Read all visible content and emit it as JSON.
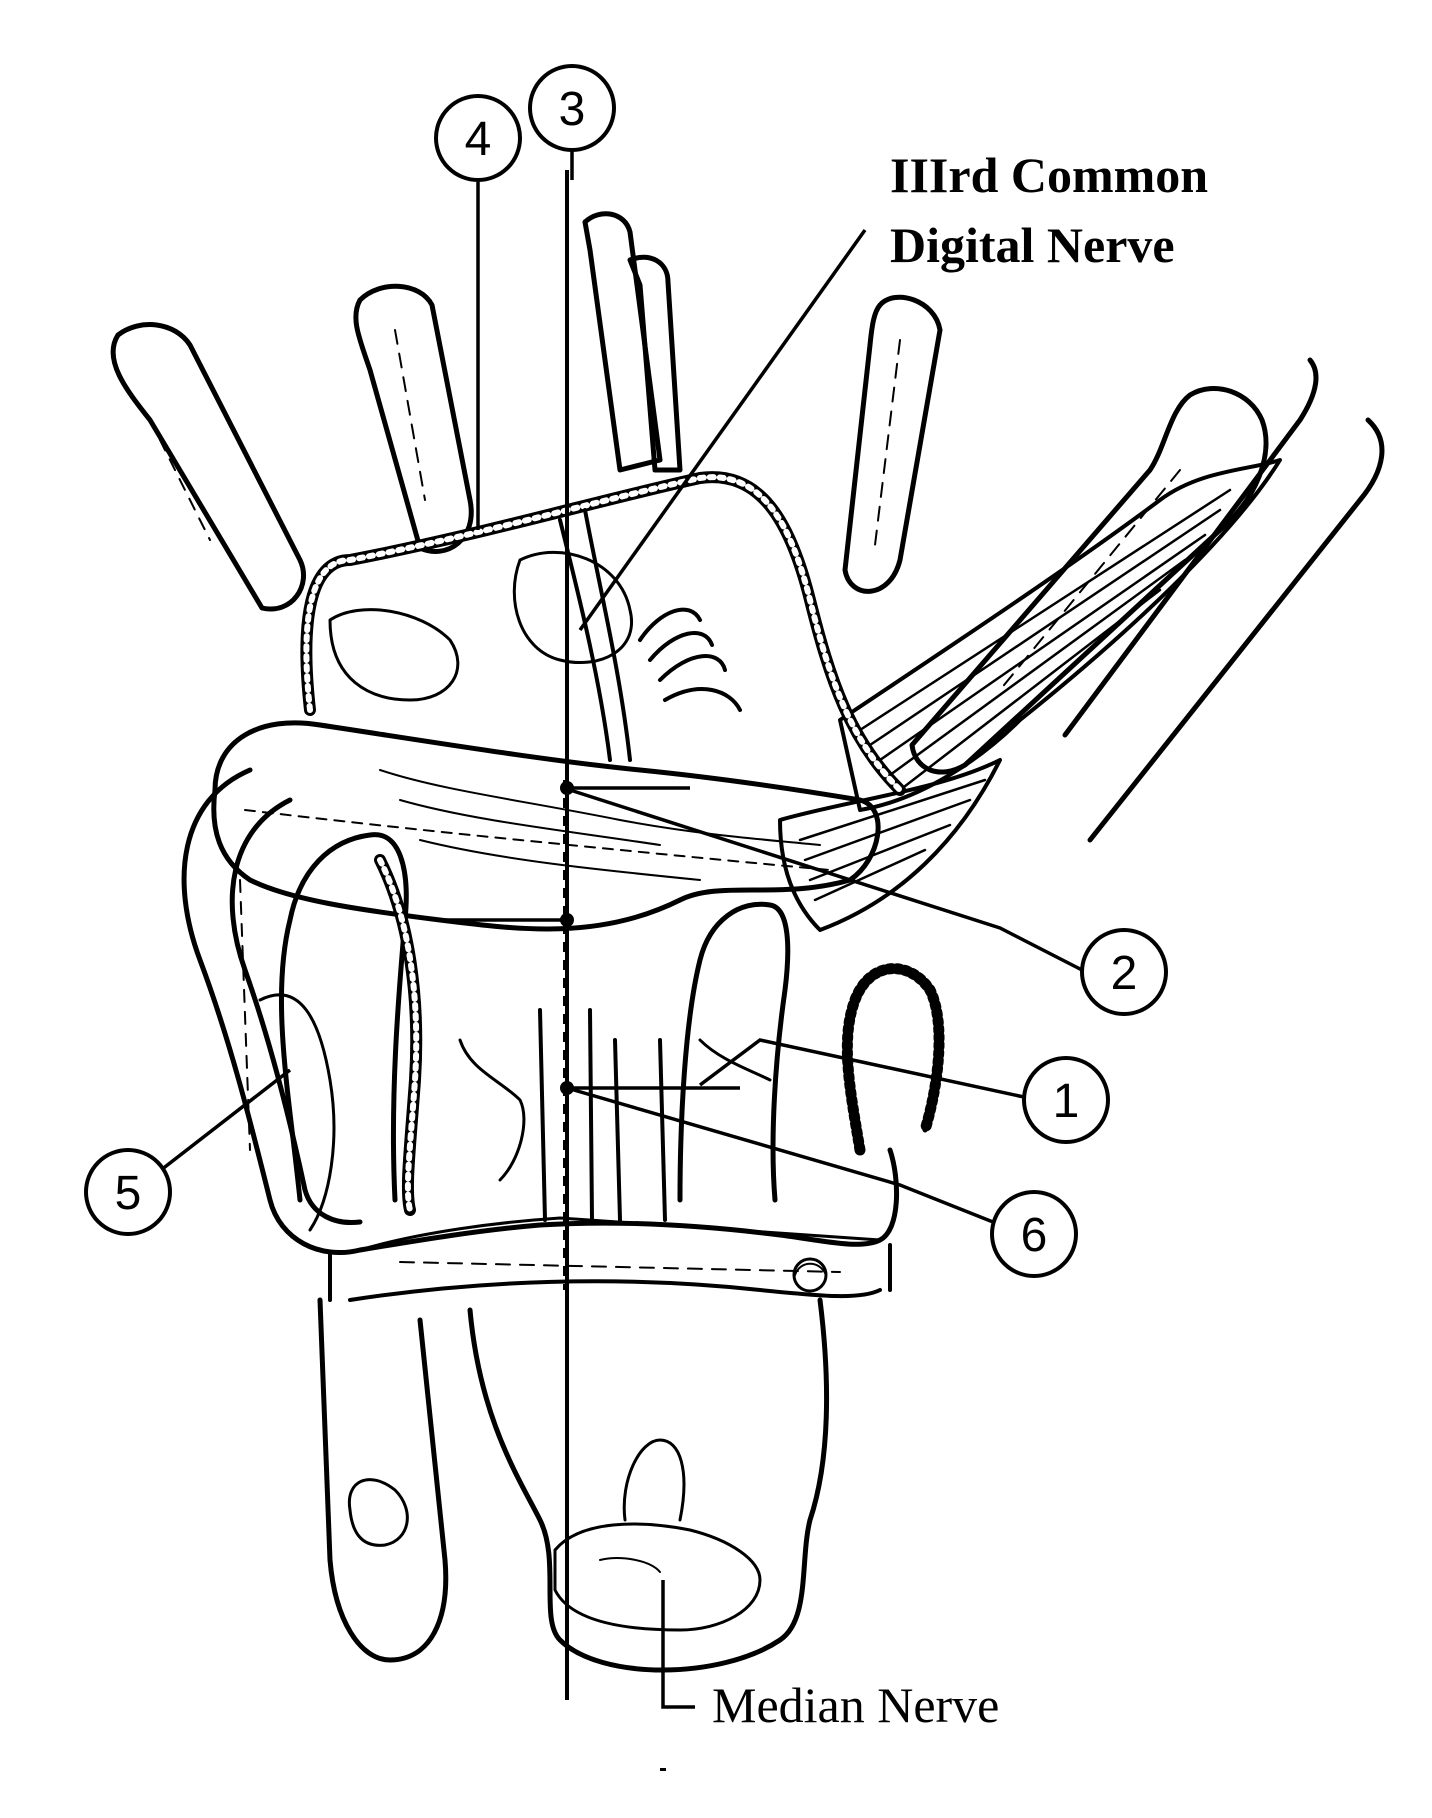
{
  "figure": {
    "labels": {
      "iiird_line1": "IIIrd Common",
      "iiird_line2": "Digital Nerve",
      "median": "Median Nerve"
    },
    "callouts": [
      "1",
      "2",
      "3",
      "4",
      "5",
      "6"
    ]
  }
}
